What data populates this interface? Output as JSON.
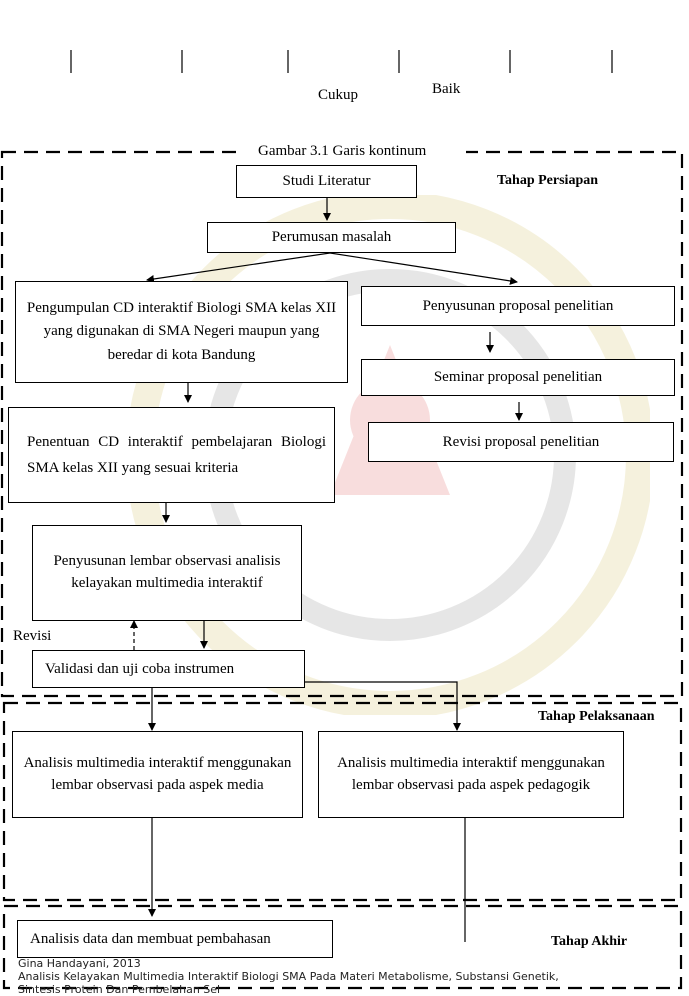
{
  "continuum": {
    "cukup": "Cukup",
    "baik": "Baik"
  },
  "caption": "Gambar 3.1 Garis kontinum",
  "stages": {
    "persiapan": "Tahap Persiapan",
    "pelaksanaan": "Tahap Pelaksanaan",
    "akhir": "Tahap Akhir"
  },
  "boxes": {
    "studi_literatur": "Studi Literatur",
    "perumusan_masalah": "Perumusan masalah",
    "pengumpulan_cd": "Pengumpulan CD interaktif Biologi SMA kelas XII yang digunakan di SMA Negeri maupun yang beredar di kota Bandung",
    "penyusunan_proposal": "Penyusunan proposal penelitian",
    "seminar_proposal": "Seminar proposal penelitian",
    "revisi_proposal": "Revisi proposal penelitian",
    "penentuan_cd": "Penentuan CD interaktif pembelajaran Biologi SMA kelas XII yang sesuai kriteria",
    "penyusunan_lembar": "Penyusunan lembar observasi analisis kelayakan multimedia interaktif",
    "validasi": "Validasi dan uji coba instrumen",
    "aspek_media": "Analisis multimedia interaktif menggunakan lembar observasi pada aspek media",
    "aspek_pedagogik": "Analisis multimedia interaktif menggunakan lembar observasi pada aspek pedagogik",
    "analisis_data": "Analisis data dan membuat pembahasan"
  },
  "labels": {
    "revisi": "Revisi"
  },
  "footer": {
    "author": "Gina Handayani, 2013",
    "title_line1": "Analisis Kelayakan Multimedia Interaktif Biologi SMA Pada Materi Metabolisme, Substansi Genetik,",
    "title_line2": "Sintesis Protein Dan Pembelahan Sel"
  }
}
